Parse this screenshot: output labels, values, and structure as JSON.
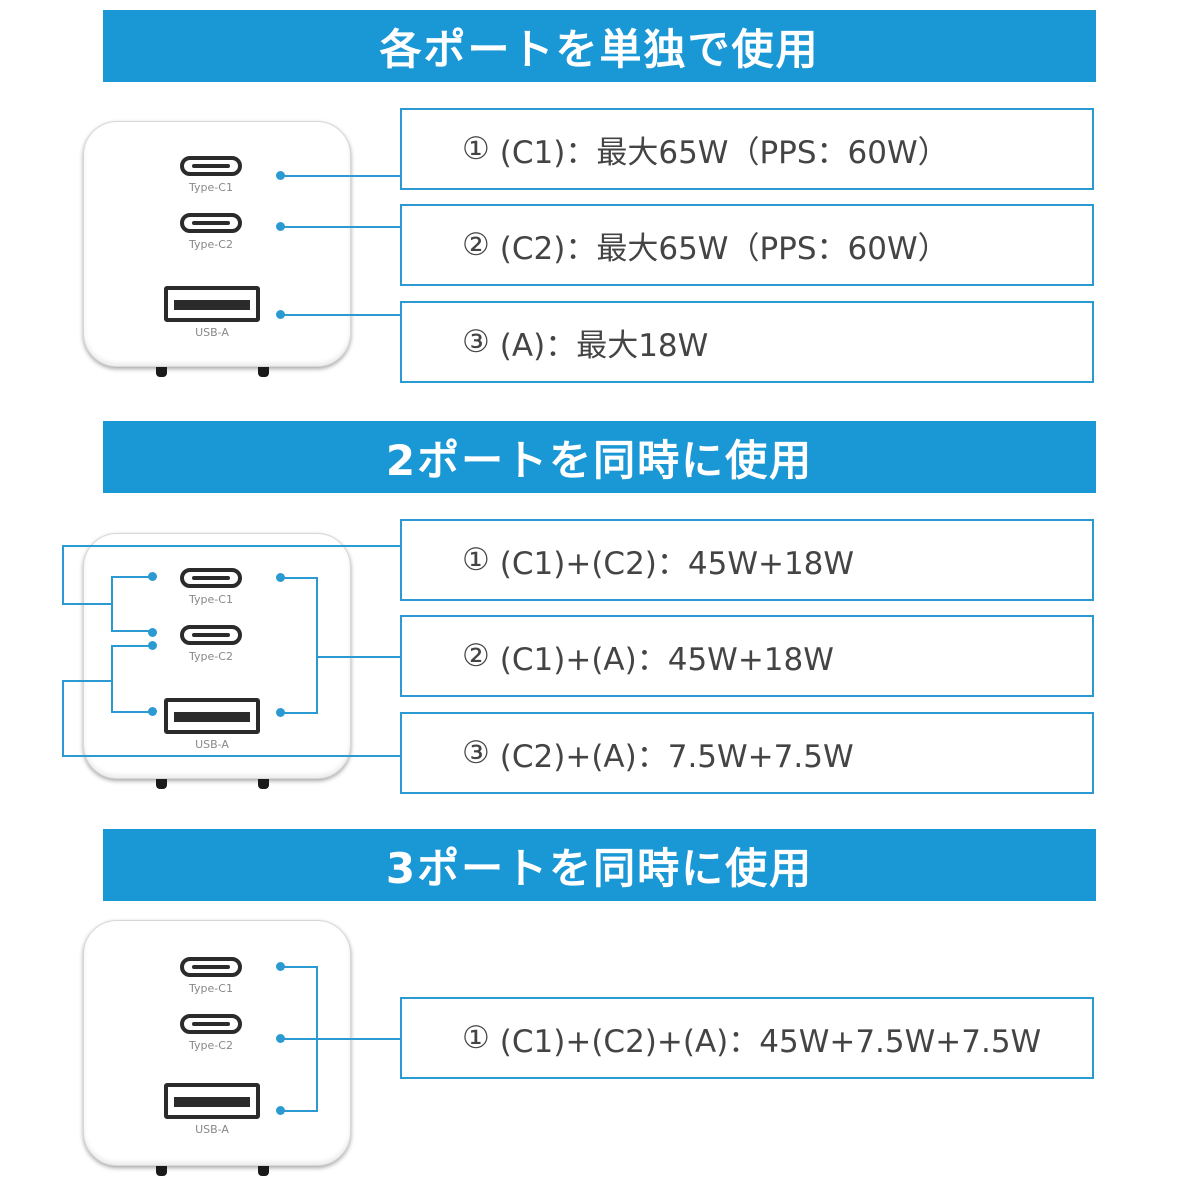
{
  "sections": [
    {
      "title": "各ポートを単独で使用",
      "items": [
        {
          "num": "①",
          "text": "(C1)：最大65W（PPS：60W）"
        },
        {
          "num": "②",
          "text": "(C2)：最大65W（PPS：60W）"
        },
        {
          "num": "③",
          "text": "(A)：最大18W"
        }
      ]
    },
    {
      "title": "2ポートを同時に使用",
      "items": [
        {
          "num": "①",
          "text": "(C1)+(C2)：45W+18W"
        },
        {
          "num": "②",
          "text": "(C1)+(A)：45W+18W"
        },
        {
          "num": "③",
          "text": "(C2)+(A)：7.5W+7.5W"
        }
      ]
    },
    {
      "title": "3ポートを同時に使用",
      "items": [
        {
          "num": "①",
          "text": "(C1)+(C2)+(A)：45W+7.5W+7.5W"
        }
      ]
    }
  ],
  "port_labels": {
    "c1": "Type-C1",
    "c2": "Type-C2",
    "a": "USB-A"
  },
  "colors": {
    "accent": "#1a98d6",
    "border": "#2b9ad3",
    "text": "#444444"
  }
}
